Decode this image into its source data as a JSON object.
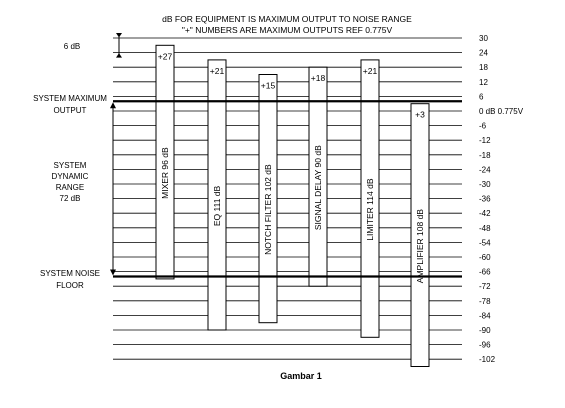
{
  "header": {
    "line1": "dB FOR EQUIPMENT IS MAXIMUM OUTPUT TO NOISE RANGE",
    "line2": "\"+\" NUMBERS ARE MAXIMUM OUTPUTS REF 0.775V"
  },
  "right_scale": [
    {
      "label": "30",
      "value": 30
    },
    {
      "label": "24",
      "value": 24
    },
    {
      "label": "18",
      "value": 18
    },
    {
      "label": "12",
      "value": 12
    },
    {
      "label": "6",
      "value": 6
    },
    {
      "label": "0 dB 0.775V",
      "value": 0
    },
    {
      "label": "-6",
      "value": -6
    },
    {
      "label": "-12",
      "value": -12
    },
    {
      "label": "-18",
      "value": -18
    },
    {
      "label": "-24",
      "value": -24
    },
    {
      "label": "-30",
      "value": -30
    },
    {
      "label": "-36",
      "value": -36
    },
    {
      "label": "-42",
      "value": -42
    },
    {
      "label": "-48",
      "value": -48
    },
    {
      "label": "-54",
      "value": -54
    },
    {
      "label": "-60",
      "value": -60
    },
    {
      "label": "-66",
      "value": -66
    },
    {
      "label": "-72",
      "value": -72
    },
    {
      "label": "-78",
      "value": -78
    },
    {
      "label": "-84",
      "value": -84
    },
    {
      "label": "-90",
      "value": -90
    },
    {
      "label": "-96",
      "value": -96
    },
    {
      "label": "-102",
      "value": -102
    }
  ],
  "left_labels": {
    "six_db": "6 dB",
    "system_max": [
      "SYSTEM MAXIMUM",
      "OUTPUT"
    ],
    "dynamic_range": [
      "SYSTEM",
      "DYNAMIC",
      "RANGE",
      "72 dB"
    ],
    "noise_floor": [
      "SYSTEM NOISE",
      "FLOOR"
    ]
  },
  "system_levels": {
    "maximum_output": 4,
    "noise_floor": -68
  },
  "equipment": [
    {
      "name": "MIXER 96 dB",
      "max_label": "+27",
      "max_output": 27,
      "range": 96
    },
    {
      "name": "EQ 111 dB",
      "max_label": "+21",
      "max_output": 21,
      "range": 111
    },
    {
      "name": "NOTCH FILTER 102 dB",
      "max_label": "+15",
      "max_output": 15,
      "range": 102
    },
    {
      "name": "SIGNAL DELAY 90 dB",
      "max_label": "+18",
      "max_output": 18,
      "range": 90
    },
    {
      "name": "LIMITER 114 dB",
      "max_label": "+21",
      "max_output": 21,
      "range": 114
    },
    {
      "name": "AMPLIFIER 108 dB",
      "max_label": "+3",
      "max_output": 3,
      "range": 108
    }
  ],
  "caption": "Gambar 1"
}
